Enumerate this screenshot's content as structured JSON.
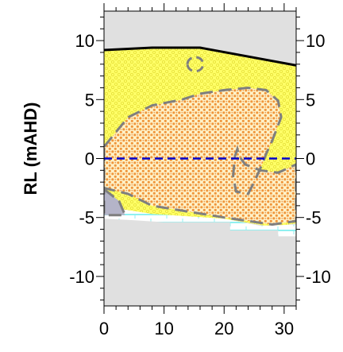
{
  "figure": {
    "ylabel": "RL (mAHD)",
    "x_ticks": [
      "0",
      "10",
      "20",
      "30"
    ],
    "y_ticks": [
      "10",
      "5",
      "0",
      "-5",
      "-10"
    ],
    "xlim": [
      0,
      32
    ],
    "ylim": [
      -12.5,
      12.5
    ],
    "background_color": "#e0e0e0"
  },
  "layers": {
    "fill_sand": {
      "name": "yellow-fill",
      "color": "#ffff66"
    },
    "clayey_sand": {
      "name": "orange-dotted",
      "color": "#f0963c"
    },
    "basal_clay": {
      "name": "cyan-brick",
      "color": "#8ff0f0"
    },
    "lens": {
      "name": "grey-lens",
      "color": "#b4b4c8"
    }
  },
  "lines": {
    "ground_surface": {
      "color": "#000000",
      "points": [
        [
          0,
          9.2
        ],
        [
          8,
          9.4
        ],
        [
          16,
          9.4
        ],
        [
          32,
          7.9
        ]
      ]
    },
    "water_table": {
      "color": "#0000cc",
      "elevation": 0
    }
  }
}
